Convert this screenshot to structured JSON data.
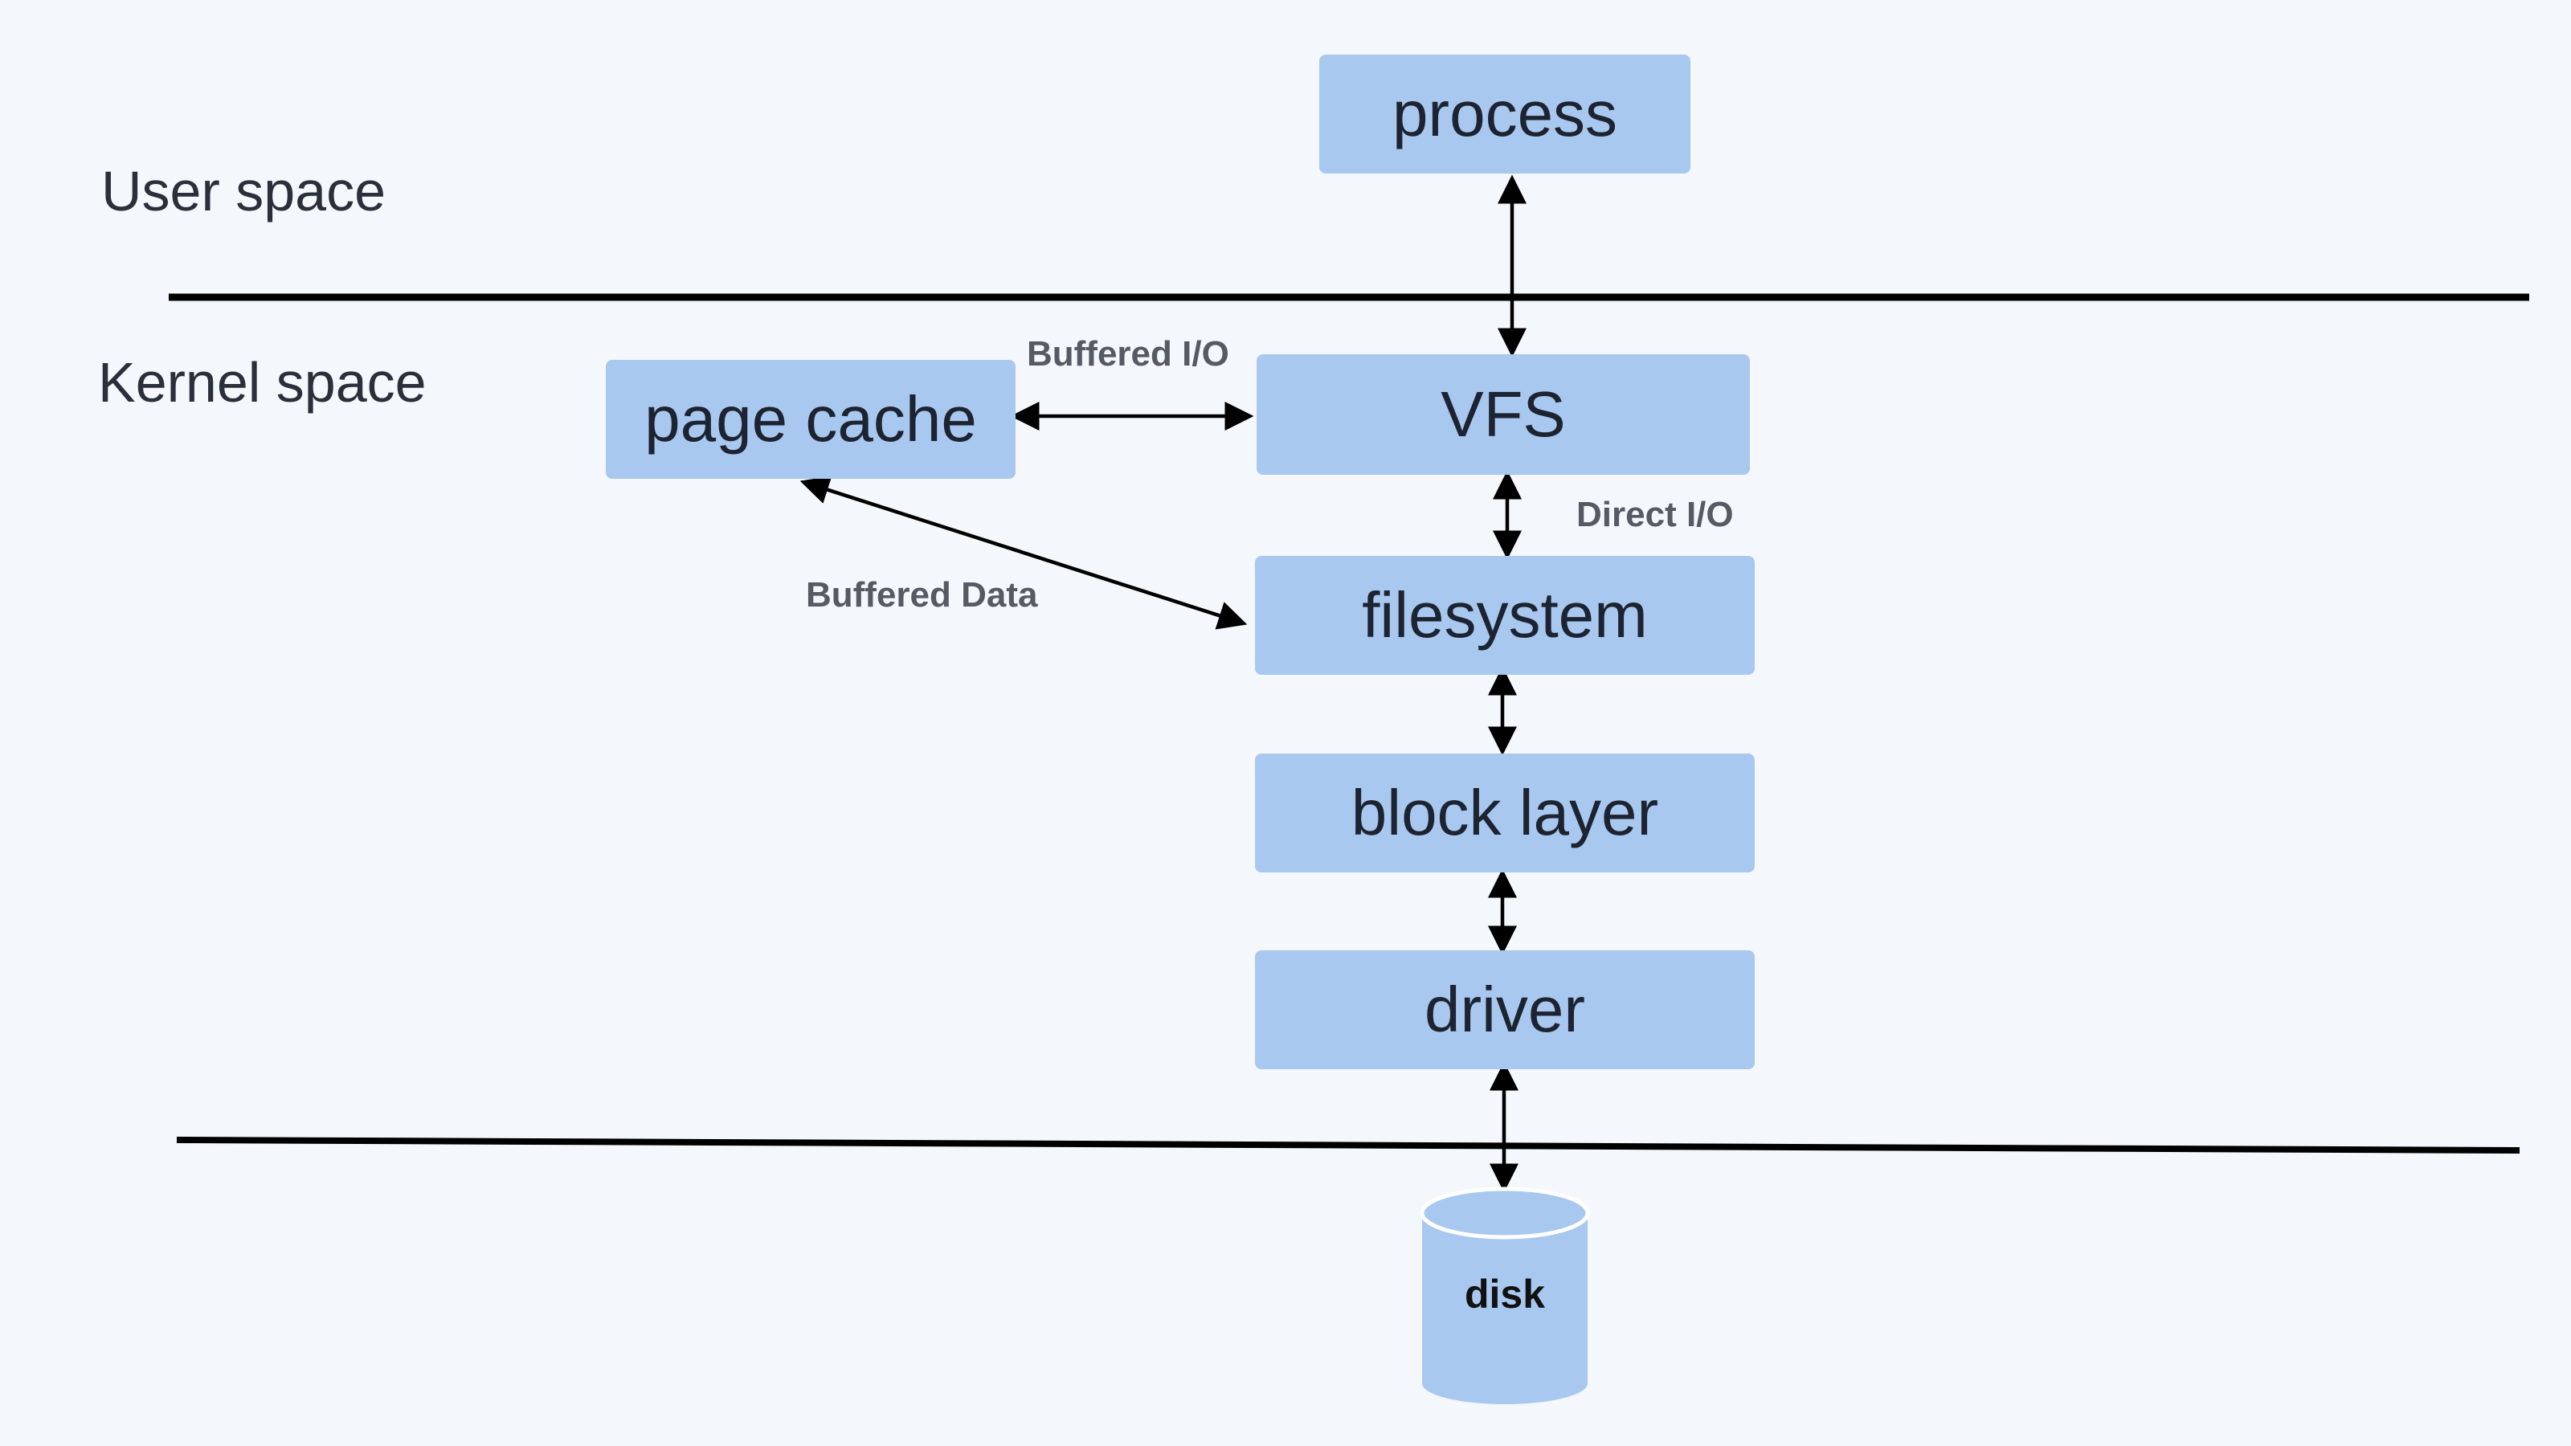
{
  "zones": {
    "user": "User space",
    "kernel": "Kernel space"
  },
  "nodes": {
    "process": "process",
    "vfs": "VFS",
    "page_cache": "page cache",
    "filesystem": "filesystem",
    "block_layer": "block layer",
    "driver": "driver",
    "disk": "disk"
  },
  "edges": {
    "buffered_io": "Buffered I/O",
    "direct_io": "Direct I/O",
    "buffered_data": "Buffered Data"
  },
  "colors": {
    "background": "#f4f7fc",
    "box_fill": "#a8c8ef",
    "line": "#000000"
  }
}
